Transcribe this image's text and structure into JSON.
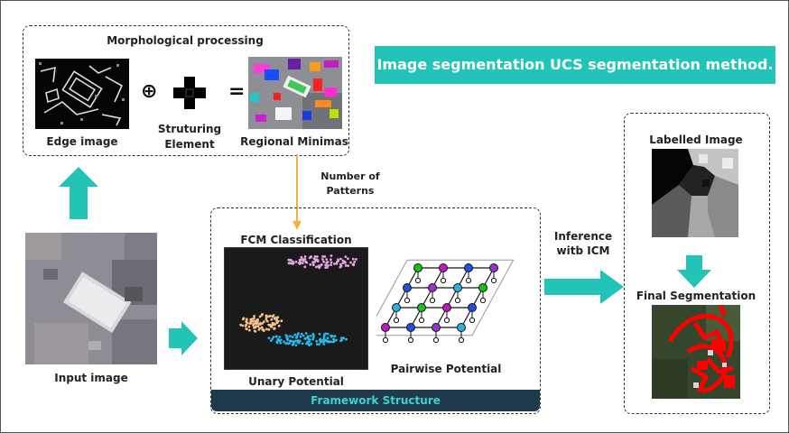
{
  "banner": "Image segmentation UCS segmentation method.",
  "morph": {
    "title": "Morphological processing",
    "edge_label": "Edge image",
    "struct_label_1": "Struturing",
    "struct_label_2": "Element",
    "minimas_label": "Regional Minimas",
    "plus_symbol": "⊕",
    "equals_symbol": "="
  },
  "patterns_label_1": "Number of",
  "patterns_label_2": "Patterns",
  "input_label": "Input image",
  "framework": {
    "fcm_label": "FCM Classification",
    "unary_label": "Unary Potential",
    "pairwise_label": "Pairwise Potential",
    "footer": "Framework Structure"
  },
  "inference_label_1": "Inference",
  "inference_label_2": "witb ICM",
  "result": {
    "labelled_label": "Labelled Image",
    "final_label": "Final Segmentation"
  },
  "colors": {
    "teal": "#21c4b7",
    "orange": "#f5b041",
    "navy": "#1f3a4d",
    "pink": "#e7a6e0",
    "peach": "#f4c08b",
    "cyan": "#27b5e6",
    "red": "#ff0000"
  },
  "graph_node_colors": [
    "#18c01a",
    "#c018c0",
    "#2a4de0",
    "#9a30d0",
    "#2ab0e0"
  ]
}
